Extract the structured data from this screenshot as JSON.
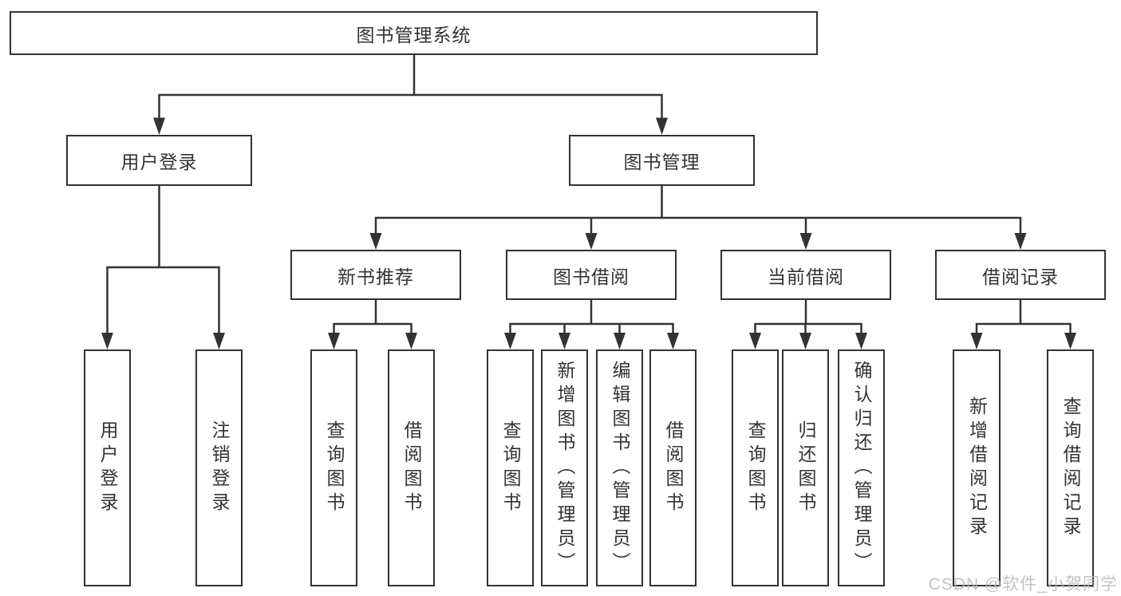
{
  "tree": {
    "root": {
      "label": "图书管理系统",
      "children": [
        {
          "label": "用户登录",
          "children": [
            {
              "label": "用户登录"
            },
            {
              "label": "注销登录"
            }
          ]
        },
        {
          "label": "图书管理",
          "children": [
            {
              "label": "新书推荐",
              "children": [
                {
                  "label": "查询图书"
                },
                {
                  "label": "借阅图书"
                }
              ]
            },
            {
              "label": "图书借阅",
              "children": [
                {
                  "label": "查询图书"
                },
                {
                  "label": "新增图书（管理员）"
                },
                {
                  "label": "编辑图书（管理员）"
                },
                {
                  "label": "借阅图书"
                }
              ]
            },
            {
              "label": "当前借阅",
              "children": [
                {
                  "label": "查询图书"
                },
                {
                  "label": "归还图书"
                },
                {
                  "label": "确认归还（管理员）"
                }
              ]
            },
            {
              "label": "借阅记录",
              "children": [
                {
                  "label": "新增借阅记录"
                },
                {
                  "label": "查询借阅记录"
                }
              ]
            }
          ]
        }
      ]
    }
  },
  "watermark": {
    "text": "CSDN @软件_小贺同学"
  },
  "colors": {
    "line": "#333333",
    "node_background": "#ffffff",
    "text": "#333333",
    "watermark": "#b9b9b9"
  }
}
